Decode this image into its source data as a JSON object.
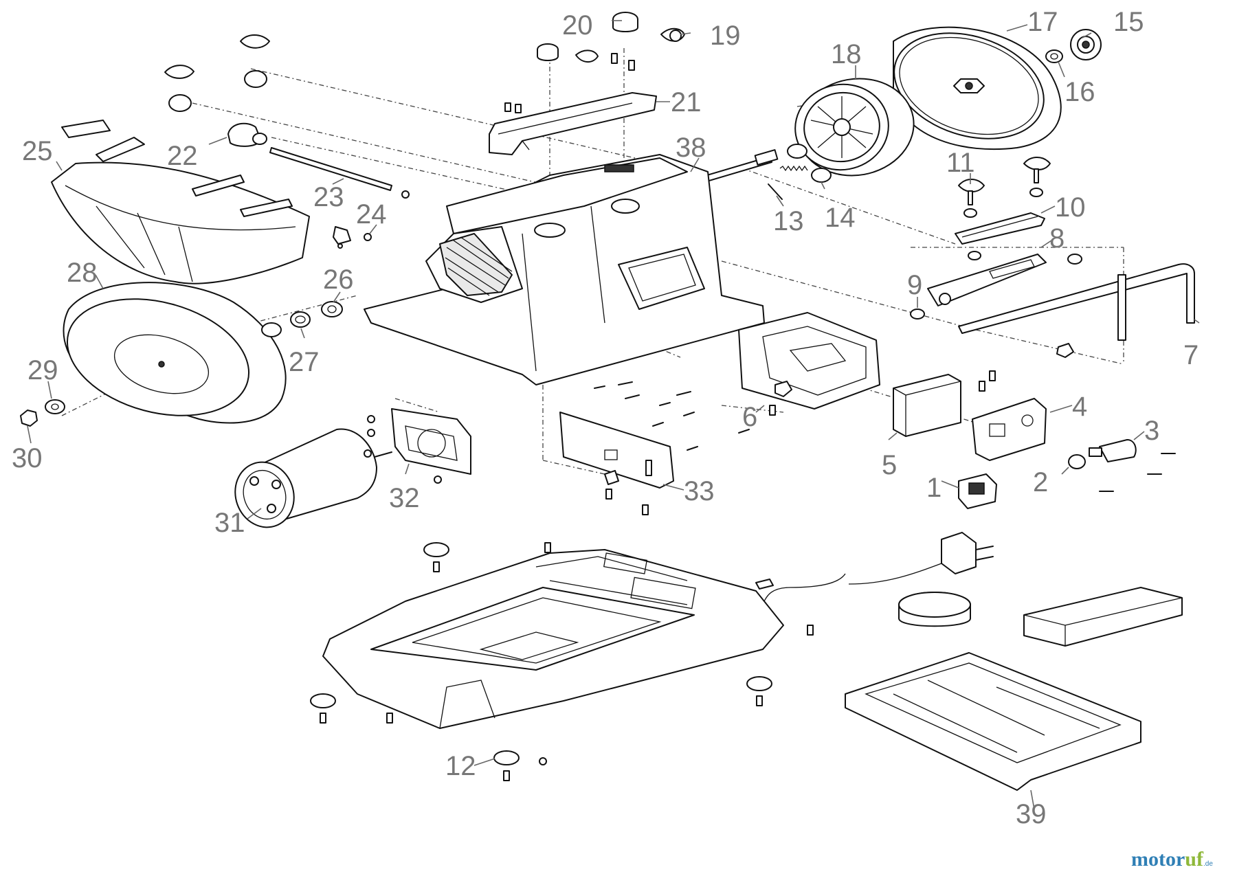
{
  "callouts": {
    "c1": "1",
    "c2": "2",
    "c3": "3",
    "c4": "4",
    "c5": "5",
    "c6": "6",
    "c7": "7",
    "c8": "8",
    "c9": "9",
    "c10": "10",
    "c11": "11",
    "c12": "12",
    "c13": "13",
    "c14": "14",
    "c15": "15",
    "c16": "16",
    "c17": "17",
    "c18": "18",
    "c19": "19",
    "c20": "20",
    "c21": "21",
    "c22": "22",
    "c23": "23",
    "c24": "24",
    "c25": "25",
    "c26": "26",
    "c27": "27",
    "c28": "28",
    "c29": "29",
    "c30": "30",
    "c31": "31",
    "c32": "32",
    "c33": "33",
    "c38": "38",
    "c39": "39"
  },
  "watermark": {
    "part_a": "motor",
    "part_b": "uf",
    "tld": ".de"
  },
  "colors": {
    "line": "#111111",
    "callout_text": "#777777",
    "watermark_blue": "#2f7fb5",
    "watermark_green": "#8fb83a"
  }
}
